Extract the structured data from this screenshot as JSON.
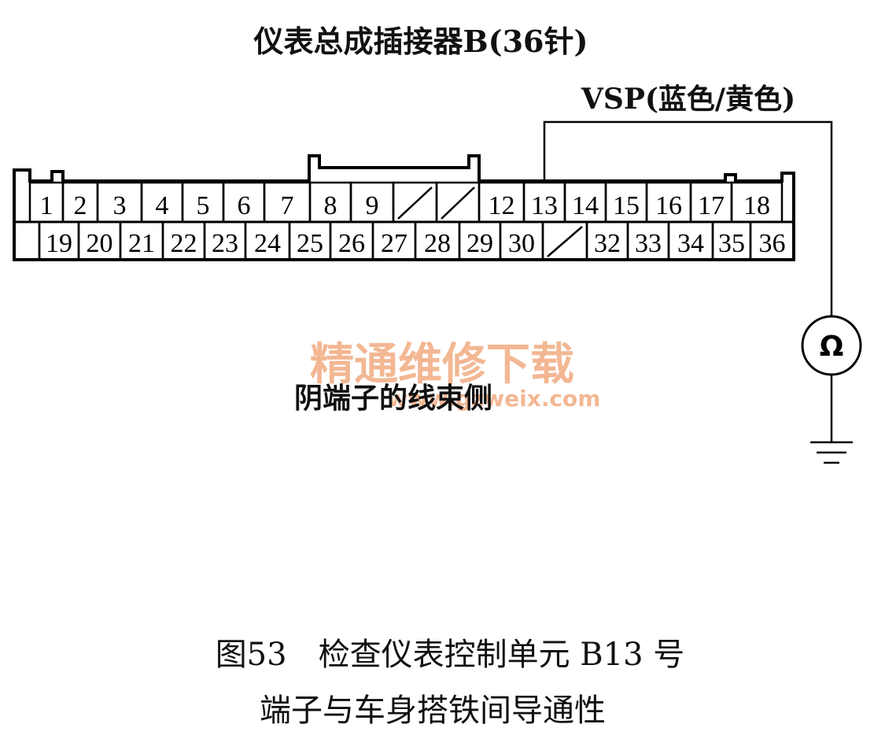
{
  "connector_title": "仪表总成插接器B(36针)",
  "wire_label": "VSP(蓝色/黄色)",
  "meter_symbol": "Ω",
  "harness_side_label": "阴端子的线束侧",
  "watermark": {
    "text": "精通维修下载",
    "url": "www.gzweix.com",
    "color": "#f0a070"
  },
  "pins_top": [
    {
      "id": "p1",
      "label": "1"
    },
    {
      "id": "p2",
      "label": "2"
    },
    {
      "id": "p3",
      "label": "3"
    },
    {
      "id": "p4",
      "label": "4"
    },
    {
      "id": "p5",
      "label": "5"
    },
    {
      "id": "p6",
      "label": "6"
    },
    {
      "id": "p7",
      "label": "7"
    },
    {
      "id": "p8",
      "label": "8"
    },
    {
      "id": "p9",
      "label": "9"
    },
    {
      "id": "p10",
      "label": "",
      "empty": true
    },
    {
      "id": "p11",
      "label": "",
      "empty": true
    },
    {
      "id": "p12",
      "label": "12"
    },
    {
      "id": "p13",
      "label": "13"
    },
    {
      "id": "p14",
      "label": "14"
    },
    {
      "id": "p15",
      "label": "15"
    },
    {
      "id": "p16",
      "label": "16"
    },
    {
      "id": "p17",
      "label": "17"
    },
    {
      "id": "p18",
      "label": "18"
    }
  ],
  "pins_bottom": [
    {
      "id": "p19",
      "label": "19"
    },
    {
      "id": "p20",
      "label": "20"
    },
    {
      "id": "p21",
      "label": "21"
    },
    {
      "id": "p22",
      "label": "22"
    },
    {
      "id": "p23",
      "label": "23"
    },
    {
      "id": "p24",
      "label": "24"
    },
    {
      "id": "p25",
      "label": "25"
    },
    {
      "id": "p26",
      "label": "26"
    },
    {
      "id": "p27",
      "label": "27"
    },
    {
      "id": "p28",
      "label": "28"
    },
    {
      "id": "p29",
      "label": "29"
    },
    {
      "id": "p30",
      "label": "30"
    },
    {
      "id": "p31",
      "label": "",
      "empty": true
    },
    {
      "id": "p32",
      "label": "32"
    },
    {
      "id": "p33",
      "label": "33"
    },
    {
      "id": "p34",
      "label": "34"
    },
    {
      "id": "p35",
      "label": "35"
    },
    {
      "id": "p36",
      "label": "36"
    }
  ],
  "caption": {
    "line1": "图53　检查仪表控制单元 B13 号",
    "line2": "端子与车身搭铁间导通性"
  }
}
